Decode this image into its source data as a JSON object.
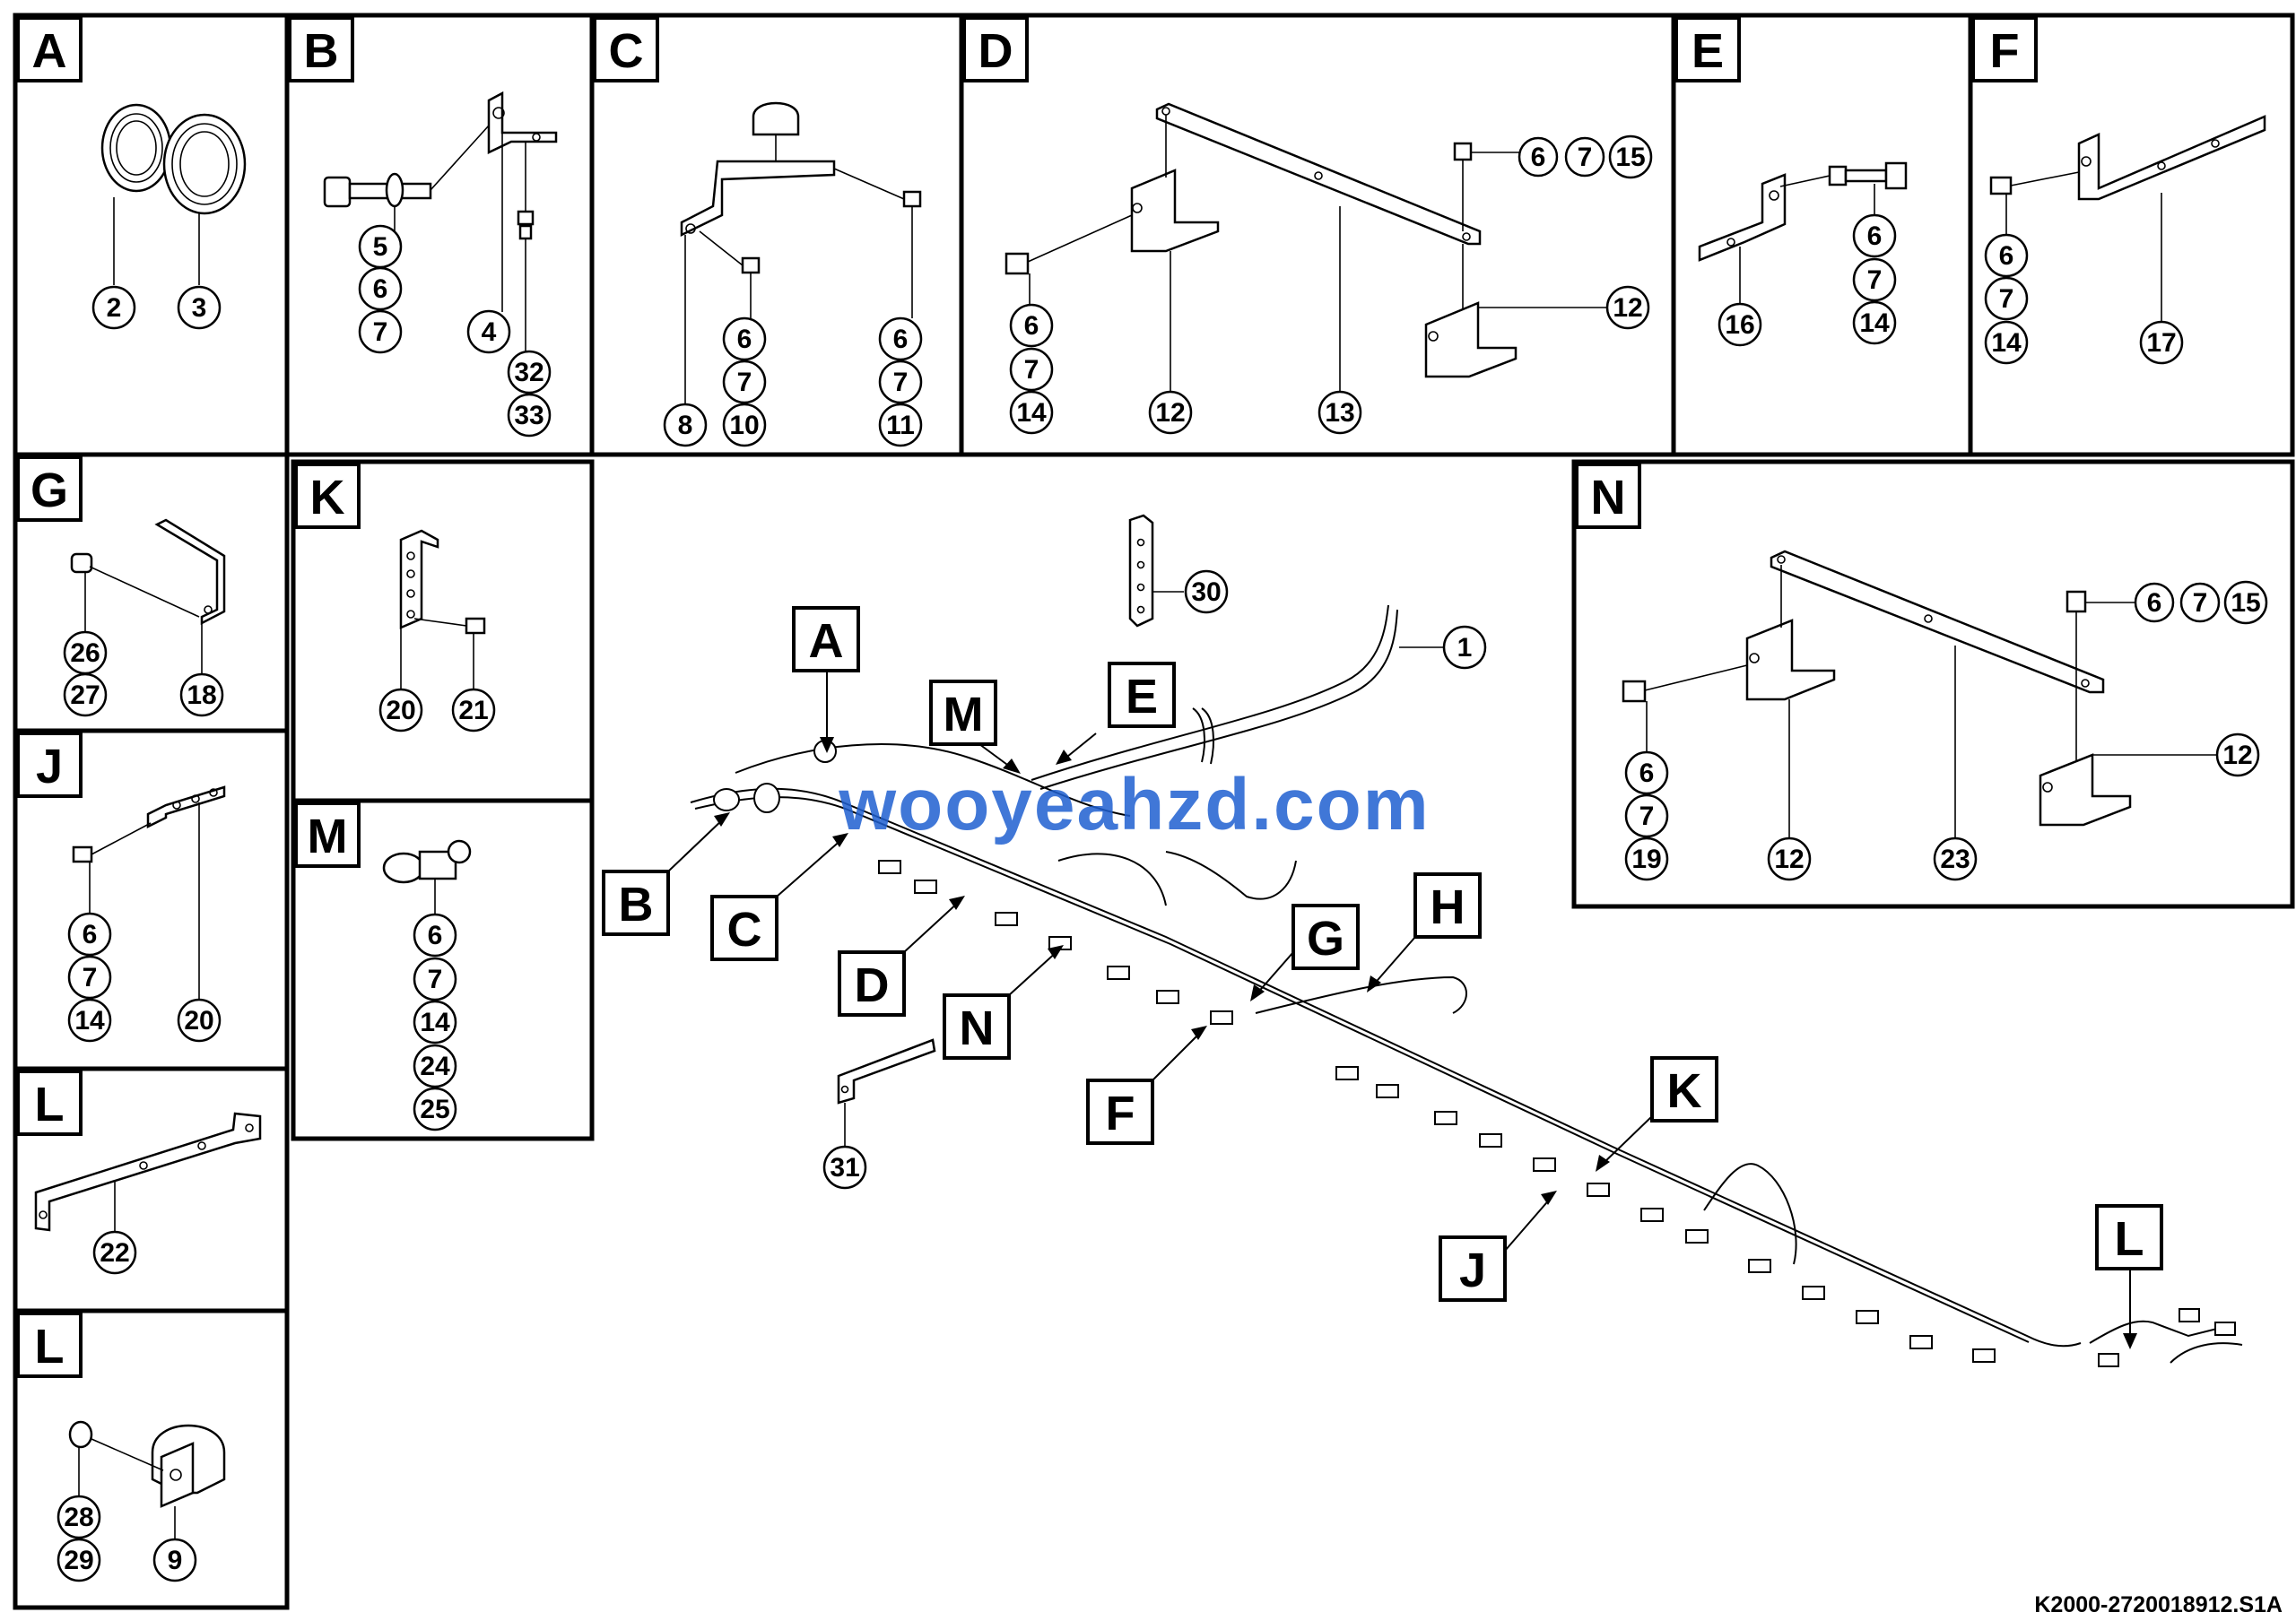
{
  "panels": [
    {
      "id": "A",
      "label": "A"
    },
    {
      "id": "B",
      "label": "B"
    },
    {
      "id": "C",
      "label": "C"
    },
    {
      "id": "D",
      "label": "D"
    },
    {
      "id": "E",
      "label": "E"
    },
    {
      "id": "F",
      "label": "F"
    },
    {
      "id": "G",
      "label": "G"
    },
    {
      "id": "K",
      "label": "K"
    },
    {
      "id": "J",
      "label": "J"
    },
    {
      "id": "M",
      "label": "M"
    },
    {
      "id": "L1",
      "label": "L"
    },
    {
      "id": "L2",
      "label": "L"
    },
    {
      "id": "N",
      "label": "N"
    }
  ],
  "callouts": [
    {
      "id": "A",
      "label": "A"
    },
    {
      "id": "M",
      "label": "M"
    },
    {
      "id": "E",
      "label": "E"
    },
    {
      "id": "B",
      "label": "B"
    },
    {
      "id": "C",
      "label": "C"
    },
    {
      "id": "D",
      "label": "D"
    },
    {
      "id": "N",
      "label": "N"
    },
    {
      "id": "G",
      "label": "G"
    },
    {
      "id": "H",
      "label": "H"
    },
    {
      "id": "F",
      "label": "F"
    },
    {
      "id": "K",
      "label": "K"
    },
    {
      "id": "J",
      "label": "J"
    },
    {
      "id": "L",
      "label": "L"
    }
  ],
  "parts": {
    "p1": "1",
    "p2": "2",
    "p3": "3",
    "p4": "4",
    "p5": "5",
    "p6": "6",
    "p7": "7",
    "p8": "8",
    "p9": "9",
    "p10": "10",
    "p11": "11",
    "p12": "12",
    "p13": "13",
    "p14": "14",
    "p15": "15",
    "p16": "16",
    "p17": "17",
    "p18": "18",
    "p19": "19",
    "p20": "20",
    "p21": "21",
    "p22": "22",
    "p23": "23",
    "p24": "24",
    "p25": "25",
    "p26": "26",
    "p27": "27",
    "p28": "28",
    "p29": "29",
    "p30": "30",
    "p31": "31",
    "p32": "32",
    "p33": "33"
  },
  "drawing_code": "K2000-2720018912.S1A",
  "watermark": "wooyeahzd.com",
  "colors": {
    "line": "#000000",
    "watermark": "#1f5fd0"
  }
}
